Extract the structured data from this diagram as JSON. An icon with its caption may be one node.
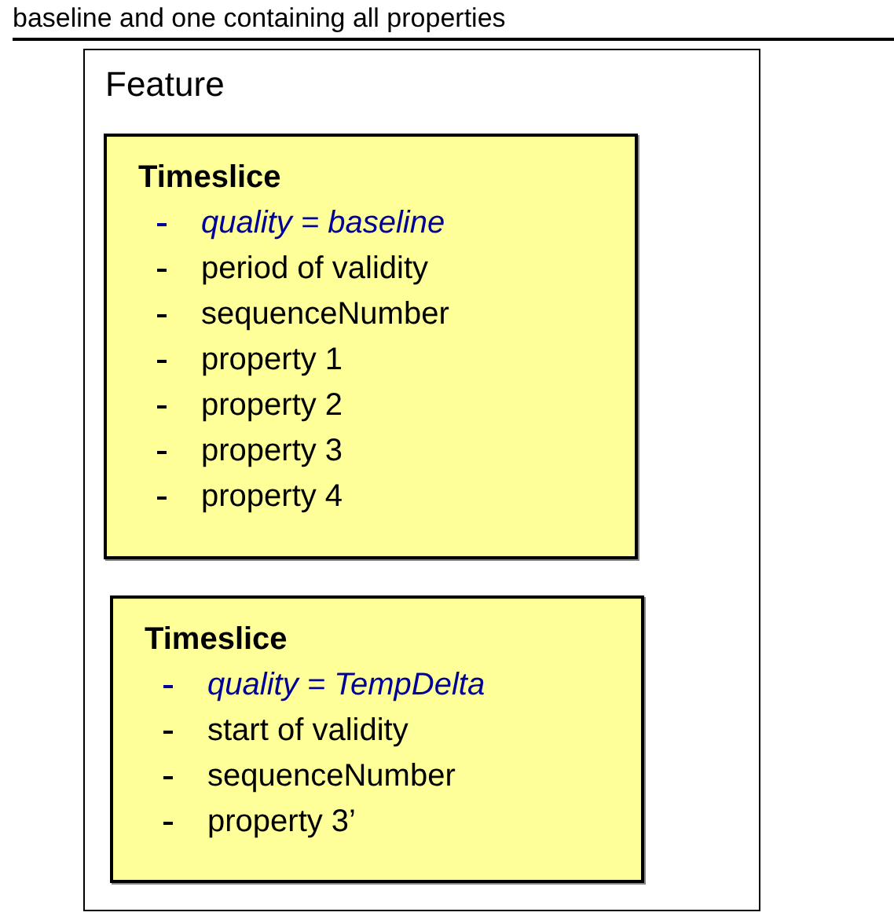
{
  "diagram": {
    "nodes": [
      {
        "text": [
          "Feature"
        ]
      },
      {
        "text": [
          "Timeslice",
          "quality = baseline",
          "period of validity",
          "sequenceNumber",
          "property 1",
          "property 2",
          "property 3",
          "property 4"
        ],
        "in": 0
      },
      {
        "text": [
          "Timeslice",
          "quality = TempDelta",
          "start of validity",
          "sequenceNumber",
          "property 3’"
        ],
        "in": 0
      }
    ],
    "labels": [
      "baseline and one containing all properties"
    ]
  }
}
